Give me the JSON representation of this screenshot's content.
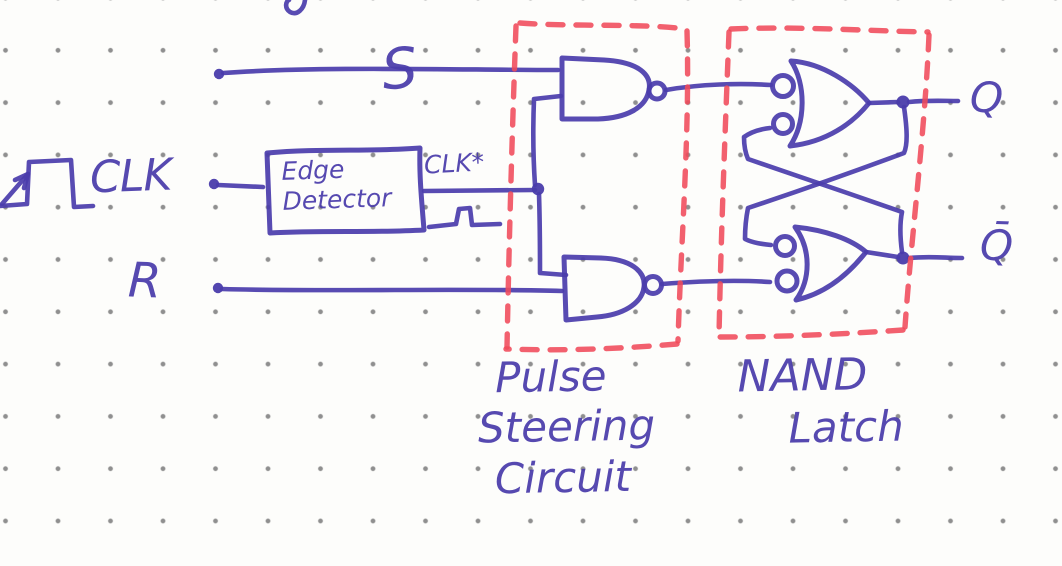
{
  "document_type": "hand-drawn-circuit-diagram",
  "inputs": {
    "s_label": "S",
    "clk_label": "CLK",
    "r_label": "R"
  },
  "edge_detector": {
    "line1": "Edge",
    "line2": "Detector",
    "output_label": "CLK*"
  },
  "outputs": {
    "q_label": "Q",
    "q_bar_label": "Q̄"
  },
  "captions": {
    "pulse_steering": {
      "line1": "Pulse",
      "line2": "Steering",
      "line3": "Circuit"
    },
    "nand_latch": {
      "line1": "NAND",
      "line2": "Latch"
    }
  },
  "icons": {
    "clk_input": "rising-edge-waveform-icon",
    "edge_detector_output": "narrow-pulse-waveform-icon"
  },
  "colors": {
    "ink": "#4a3cab",
    "highlight_red": "#f04a5a",
    "grid_dot": "#8f8f8f",
    "paper": "#fdfdfb"
  }
}
